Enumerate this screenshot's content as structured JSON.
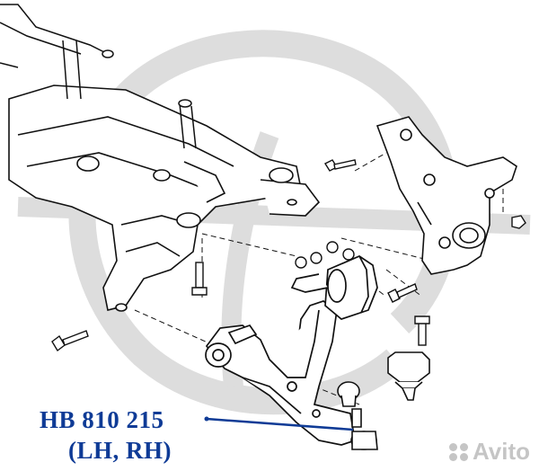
{
  "part_number": "HB 810 215",
  "side": "(LH, RH)",
  "watermark_brand": "Avito",
  "colors": {
    "label": "#0f3b96",
    "line": "#111111",
    "watermark": "#c8c8c8"
  }
}
